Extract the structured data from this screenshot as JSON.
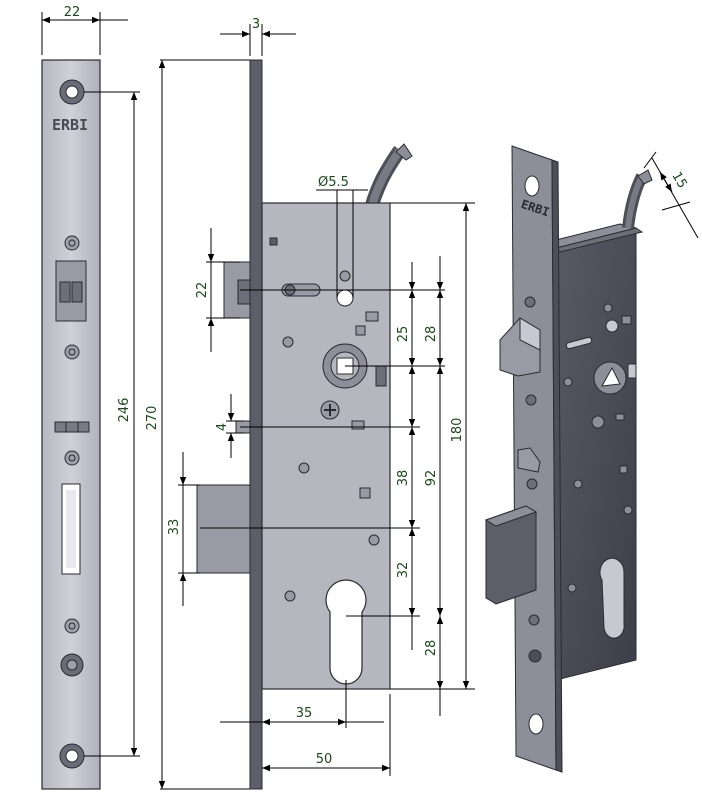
{
  "brand": "ERBI",
  "dimensions": {
    "faceplate_width": "22",
    "faceplate_thickness": "3",
    "wire_hole_diameter": "Ø5.5",
    "latch_height": "22",
    "overall_height": "270",
    "hole_spacing": "246",
    "case_height": "180",
    "latch_to_follower": "25",
    "latch_to_follower_center": "28",
    "aux_latch": "4",
    "follower_to_aux": "38",
    "follower_to_cylinder": "92",
    "deadbolt_height": "33",
    "deadbolt_to_cylinder": "32",
    "cylinder_to_bottom": "28",
    "backset": "35",
    "case_depth": "50",
    "cable_diameter": "15"
  },
  "colors": {
    "metal_light": "#c8c8d0",
    "metal_mid": "#8e8e98",
    "metal_dark": "#4e4e58",
    "outline": "#2a2a30",
    "dim_text": "#1a4a1a"
  }
}
